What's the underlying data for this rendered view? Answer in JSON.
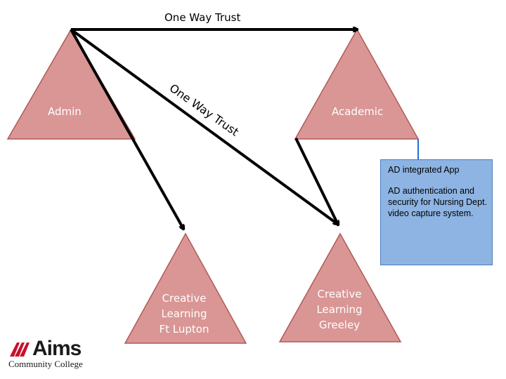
{
  "colors": {
    "triangle_fill": "#d99694",
    "triangle_stroke": "#b05a58",
    "arrow": "#000000",
    "info_box_fill": "#8eb4e3",
    "info_box_border": "#4a7ebb",
    "connector": "#1f6fd0",
    "logo_red": "#c8102e"
  },
  "nodes": {
    "admin": "Admin",
    "academic": "Academic",
    "ft_lupton": [
      "Creative",
      "Learning",
      "Ft Lupton"
    ],
    "greeley": [
      "Creative",
      "Learning",
      "Greeley"
    ]
  },
  "arrows": {
    "top_label": "One Way Trust",
    "diagonal_label": "One Way Trust"
  },
  "info_box": {
    "line1": "AD integrated  App",
    "line2": "AD authentication and security for Nursing Dept. video capture system."
  },
  "logo": {
    "name": "Aims",
    "subtitle": "Community College"
  }
}
